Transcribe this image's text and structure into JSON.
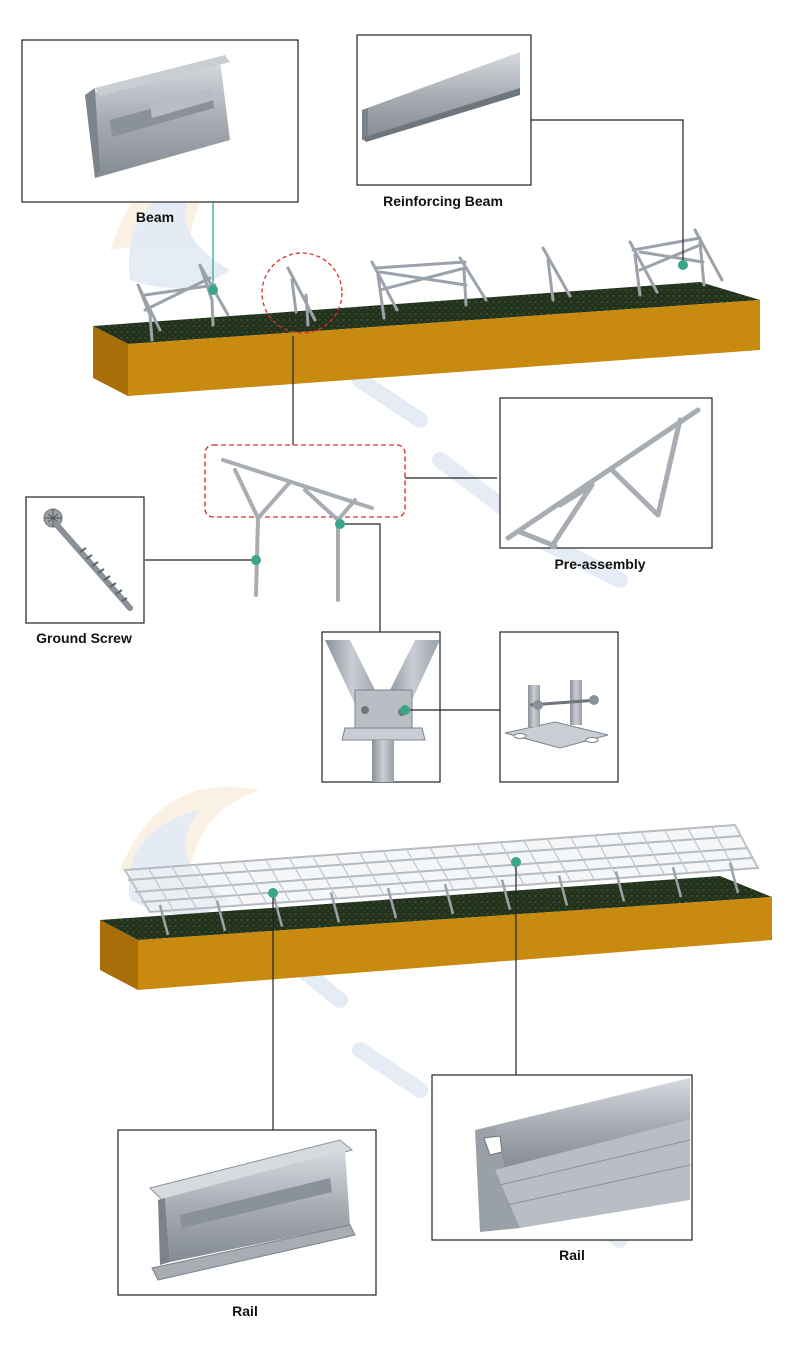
{
  "labels": {
    "beam": "Beam",
    "reinforcing_beam": "Reinforcing Beam",
    "pre_assembly": "Pre-assembly",
    "ground_screw": "Ground Screw",
    "rail_left": "Rail",
    "rail_right": "Rail"
  },
  "colors": {
    "ground_top": "#2a3a22",
    "ground_front": "#c98a10",
    "ground_side": "#a86f08",
    "steel": "#a8adb4",
    "steel_dark": "#7d838b",
    "panel_frame": "#c2c6cc",
    "marker": "#3aa58a",
    "callout_dash": "#e02a2a",
    "leader": "#222222"
  },
  "icons": {
    "watermark": "sun-logo-watermark"
  }
}
